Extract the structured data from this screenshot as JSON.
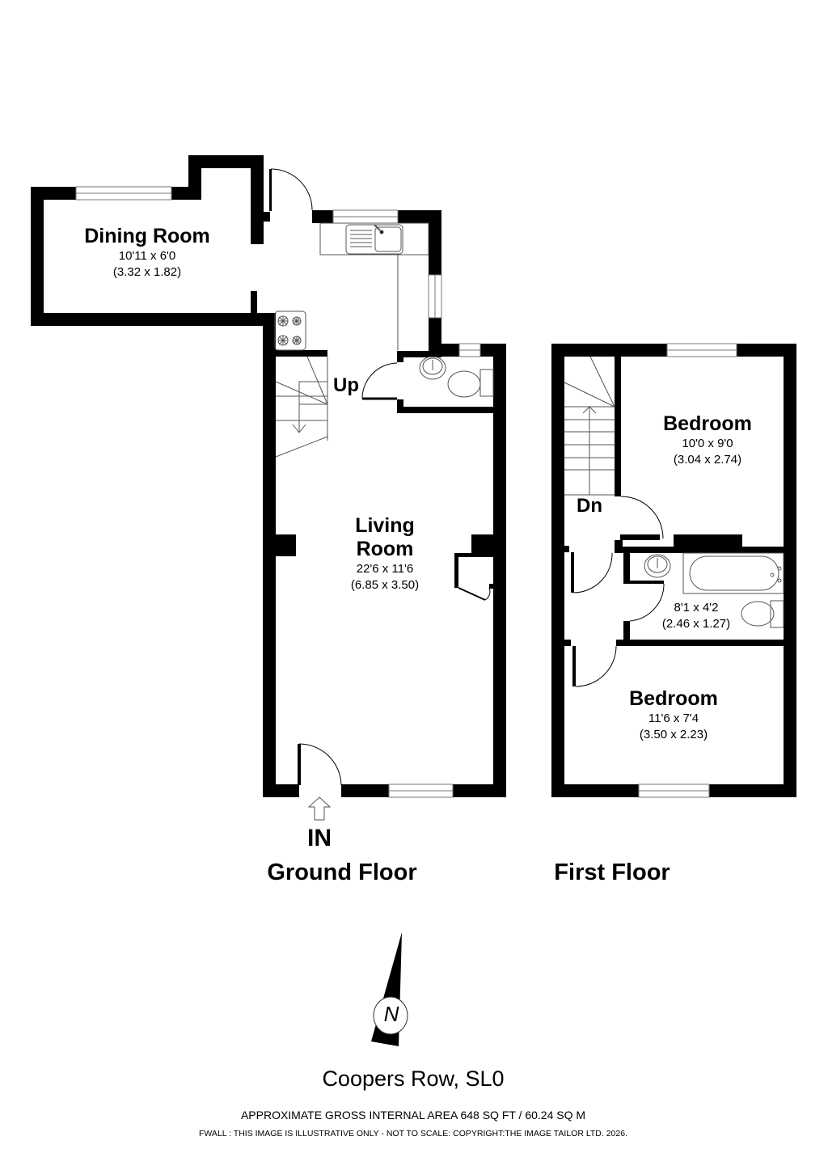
{
  "ground_floor": {
    "label": "Ground Floor",
    "entrance_label": "IN",
    "stairs_label": "Up",
    "rooms": [
      {
        "name": "Dining Room",
        "dims_imperial": "10'11 x 6'0",
        "dims_metric": "(3.32 x 1.82)"
      },
      {
        "name": "Living",
        "name_line2": "Room",
        "dims_imperial": "22'6 x 11'6",
        "dims_metric": "(6.85 x 3.50)"
      }
    ]
  },
  "first_floor": {
    "label": "First Floor",
    "stairs_label": "Dn",
    "rooms": [
      {
        "name": "Bedroom",
        "dims_imperial": "10'0 x 9'0",
        "dims_metric": "(3.04 x 2.74)"
      },
      {
        "name": "",
        "dims_imperial": "8'1 x 4'2",
        "dims_metric": "(2.46 x 1.27)"
      },
      {
        "name": "Bedroom",
        "dims_imperial": "11'6 x 7'4",
        "dims_metric": "(3.50 x 2.23)"
      }
    ]
  },
  "compass": {
    "icon": "north-arrow-icon",
    "letter": "N"
  },
  "footer": {
    "address": "Coopers Row, SL0",
    "area": "APPROXIMATE GROSS INTERNAL AREA 648 SQ FT / 60.24 SQ M",
    "disclaimer": "FWALL : THIS IMAGE IS ILLUSTRATIVE ONLY - NOT TO SCALE: COPYRIGHT:THE IMAGE TAILOR LTD. 2026."
  },
  "colors": {
    "wall": "#000000",
    "fixture": "#555555",
    "background": "#ffffff"
  }
}
